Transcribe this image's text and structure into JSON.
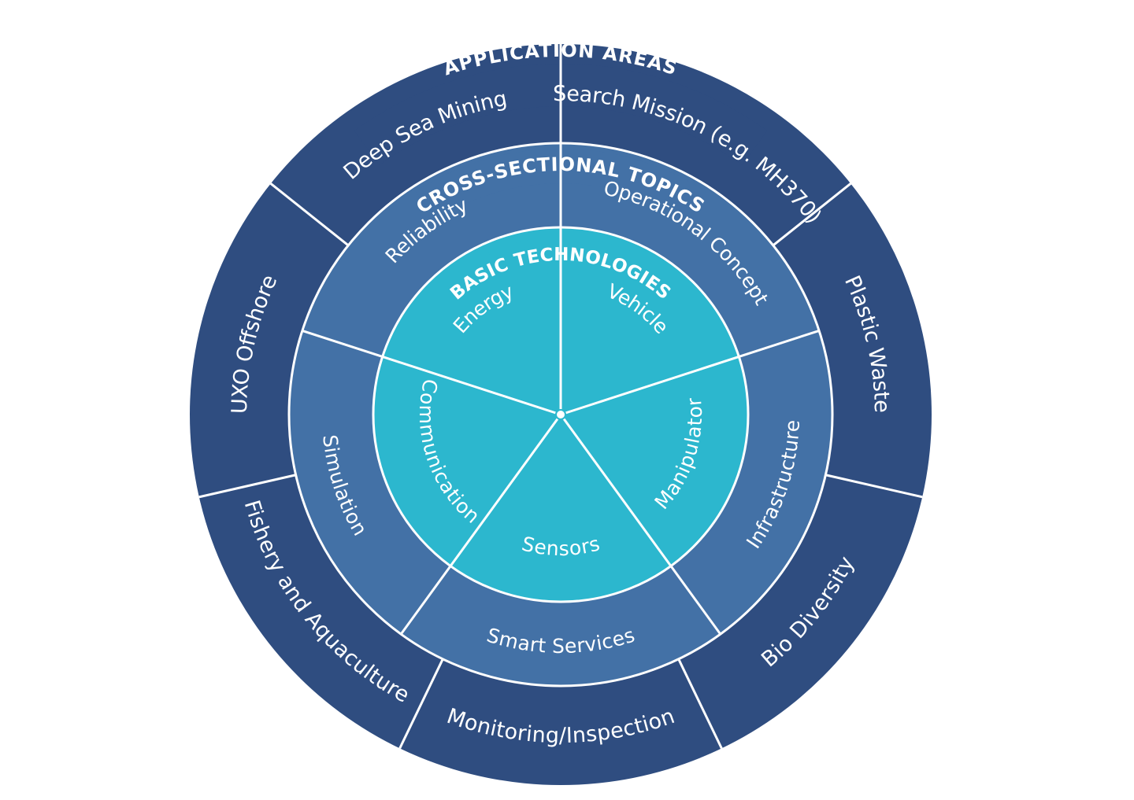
{
  "colors": {
    "background": "#ffffff",
    "outer_ring": "#2f4d80",
    "middle_ring": "#4371a6",
    "inner_ring": "#2cb7ce",
    "divider": "#ffffff",
    "text": "#ffffff"
  },
  "diagram": {
    "rings": [
      {
        "key": "application",
        "title": "APPLICATION AREAS",
        "segments": [
          "Search Mission (e.g. MH370)",
          "Plastic Waste",
          "Bio Diversity",
          "Monitoring/Inspection",
          "Fishery and Aquaculture",
          "UXO Offshore",
          "Deep Sea Mining"
        ]
      },
      {
        "key": "cross_sectional",
        "title": "CROSS-SECTIONAL TOPICS",
        "segments": [
          "Operational Concept",
          "Infrastructure",
          "Smart Services",
          "Simulation",
          "Reliability"
        ]
      },
      {
        "key": "basic",
        "title": "BASIC TECHNOLOGIES",
        "segments": [
          "Vehicle",
          "Manipulator",
          "Sensors",
          "Communication",
          "Energy"
        ]
      }
    ]
  }
}
